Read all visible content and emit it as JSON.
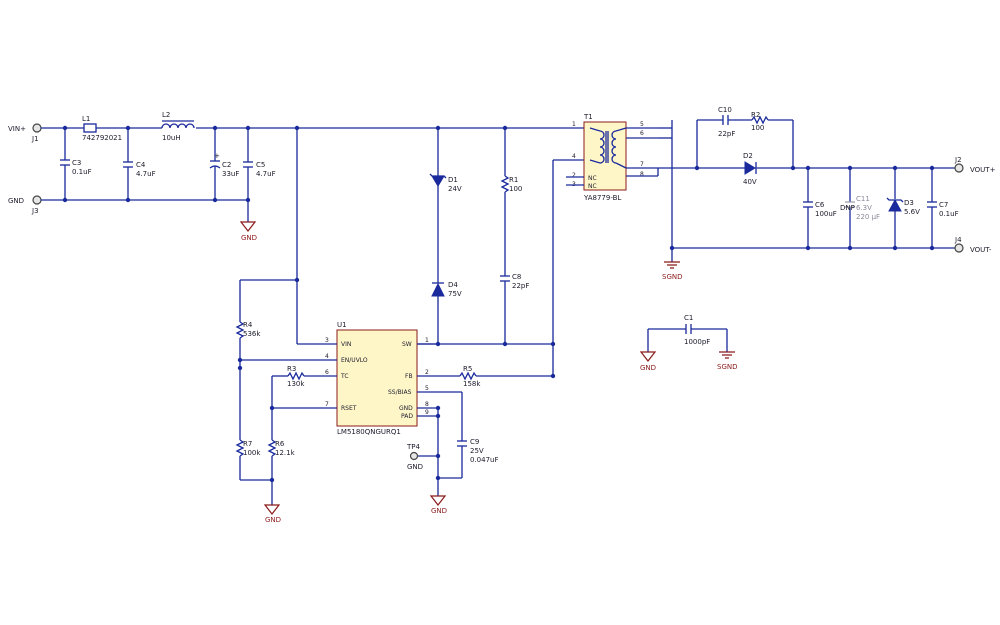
{
  "ports": {
    "vin_plus": "VIN+",
    "gnd": "GND",
    "vout_plus": "VOUT+",
    "vout_minus": "VOUT-"
  },
  "connectors": {
    "j1": "J1",
    "j3": "J3",
    "j2": "J2",
    "j4": "J4",
    "tp4": "TP4"
  },
  "components": {
    "c3": {
      "ref": "C3",
      "value": "0.1uF"
    },
    "l1": {
      "ref": "L1",
      "value": "742792021"
    },
    "c4": {
      "ref": "C4",
      "value": "4.7uF"
    },
    "l2": {
      "ref": "L2",
      "value": "10uH"
    },
    "c2": {
      "ref": "C2",
      "value": "33uF"
    },
    "c5": {
      "ref": "C5",
      "value": "4.7uF"
    },
    "d1": {
      "ref": "D1",
      "value": "24V"
    },
    "r1": {
      "ref": "R1",
      "value": "100"
    },
    "c8": {
      "ref": "C8",
      "value": "22pF"
    },
    "d4": {
      "ref": "D4",
      "value": "75V"
    },
    "t1": {
      "ref": "T1",
      "value": "YA8779-BL"
    },
    "c10": {
      "ref": "C10",
      "value": "22pF"
    },
    "r2": {
      "ref": "R2",
      "value": "100"
    },
    "d2": {
      "ref": "D2",
      "value": "40V"
    },
    "c6": {
      "ref": "C6",
      "value": "100uF"
    },
    "c11": {
      "ref": "C11",
      "dnp": "DNP",
      "voltage": "6.3V",
      "value": "220 µF"
    },
    "d3": {
      "ref": "D3",
      "value": "5.6V"
    },
    "c7": {
      "ref": "C7",
      "value": "0.1uF"
    },
    "c1": {
      "ref": "C1",
      "value": "1000pF"
    },
    "r4": {
      "ref": "R4",
      "value": "536k"
    },
    "r3": {
      "ref": "R3",
      "value": "130k"
    },
    "r7": {
      "ref": "R7",
      "value": "100k"
    },
    "r6": {
      "ref": "R6",
      "value": "12.1k"
    },
    "r5": {
      "ref": "R5",
      "value": "158k"
    },
    "c9": {
      "ref": "C9",
      "voltage": "25V",
      "value": "0.047uF"
    }
  },
  "u1": {
    "ref": "U1",
    "part": "LM5180QNGURQ1",
    "pins": {
      "vin": "VIN",
      "en": "EN/UVLO",
      "tc": "TC",
      "rset": "RSET",
      "sw": "SW",
      "fb": "FB",
      "ss": "SS/BIAS",
      "gnd": "GND",
      "pad": "PAD"
    },
    "pin_numbers": {
      "vin": "3",
      "en": "4",
      "tc": "6",
      "rset": "7",
      "sw": "1",
      "fb": "2",
      "ss": "5",
      "gnd": "8",
      "pad": "9"
    }
  },
  "t1_pins": {
    "p1": "1",
    "p4": "4",
    "p2": "2",
    "p3": "3",
    "p5": "5",
    "p6": "6",
    "p7": "7",
    "p8": "8",
    "nc": "NC"
  },
  "ground_labels": {
    "gnd": "GND",
    "sgnd": "SGND"
  }
}
